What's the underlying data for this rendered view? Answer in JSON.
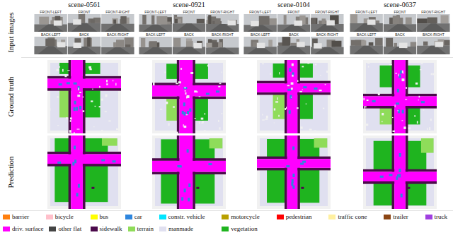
{
  "diagram": {
    "labels": [
      "scene-0561",
      "scene-0921",
      "scene-0104",
      "scene-0637",
      "Input images",
      "Ground truth",
      "Prediction",
      "FRONT-LEFT",
      "FRONT",
      "FRONT-RIGHT",
      "BACK-LEFT",
      "BACK",
      "BACK-RIGHT",
      "FRONT-LEFT",
      "FRONT",
      "FRONT-RIGHT",
      "BACK-LEFT",
      "BACK",
      "BACK-RIGHT",
      "FRONT-LEFT",
      "FRONT",
      "FRONT-RIGHT",
      "BACK-LEFT",
      "BACK",
      "BACK-RIGHT",
      "FRONT-LEFT",
      "FRONT",
      "FRONT-RIGHT",
      "BACK-LEFT",
      "BACK",
      "BACK-RIGHT"
    ],
    "legend": [
      {
        "text": "barrier",
        "color": "#ff7f0e"
      },
      {
        "text": "bicycle",
        "color": "#ffc0cb"
      },
      {
        "text": "bus",
        "color": "#ffff00"
      },
      {
        "text": "car",
        "color": "#2e86de"
      },
      {
        "text": "constr. vehicle",
        "color": "#00e5ff"
      },
      {
        "text": "motorcycle",
        "color": "#b8a000"
      },
      {
        "text": "pedestrian",
        "color": "#ff0000"
      },
      {
        "text": "traffic cone",
        "color": "#fff0a0"
      },
      {
        "text": "trailer",
        "color": "#8b4513"
      },
      {
        "text": "truck",
        "color": "#a040e0"
      },
      {
        "text": "driv. surface",
        "color": "#ff00ff"
      },
      {
        "text": "other flat",
        "color": "#444444"
      },
      {
        "text": "sidewalk",
        "color": "#4b0a4b"
      },
      {
        "text": "terrain",
        "color": "#8fdc5a"
      },
      {
        "text": "manmade",
        "color": "#e0e0f0"
      },
      {
        "text": "vegetation",
        "color": "#1fb41f"
      }
    ]
  }
}
